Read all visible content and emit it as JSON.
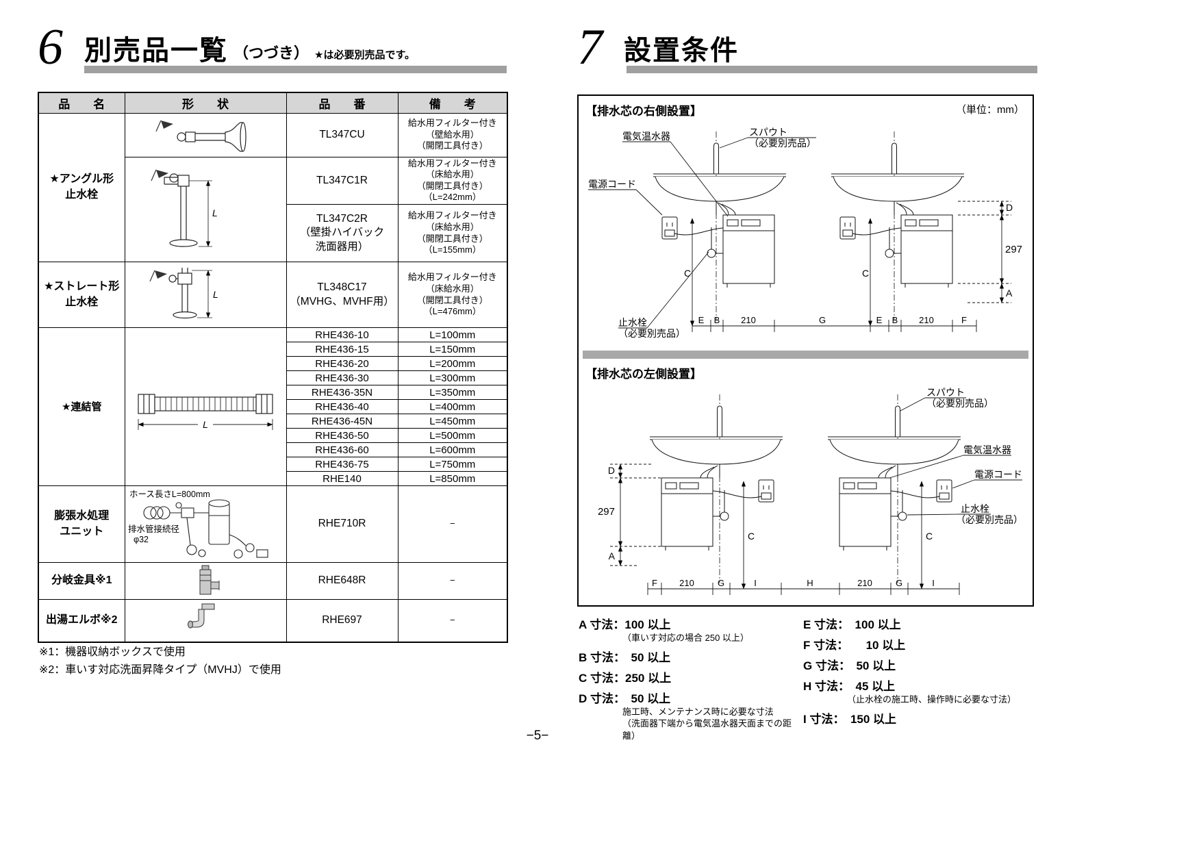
{
  "page": {
    "number": "−5−"
  },
  "section6": {
    "num": "6",
    "title": "別売品一覧",
    "cont": "（つづき）",
    "star_note": "★は必要別売品です。",
    "table": {
      "headers": [
        "品　　名",
        "形　　状",
        "品　　番",
        "備　　考"
      ],
      "dim_L": "L",
      "angle": {
        "name": "★アングル形\n止水栓",
        "rows": [
          {
            "code": "TL347CU",
            "note": "給水用フィルター付き\n（壁給水用）\n（開閉工具付き）"
          },
          {
            "code": "TL347C1R",
            "note": "給水用フィルター付き\n（床給水用）\n（開閉工具付き）\n（L=242mm）"
          },
          {
            "code": "TL347C2R\n（壁掛ハイバック\n洗面器用）",
            "note": "給水用フィルター付き\n（床給水用）\n（開閉工具付き）\n（L=155mm）"
          }
        ]
      },
      "straight": {
        "name": "★ストレート形\n止水栓",
        "code": "TL348C17\n（MVHG、MVHF用）",
        "note": "給水用フィルター付き\n（床給水用）\n（開閉工具付き）\n（L=476mm）"
      },
      "renketsu": {
        "name": "★連結管",
        "rows": [
          {
            "code": "RHE436-10",
            "note": "L=100mm"
          },
          {
            "code": "RHE436-15",
            "note": "L=150mm"
          },
          {
            "code": "RHE436-20",
            "note": "L=200mm"
          },
          {
            "code": "RHE436-30",
            "note": "L=300mm"
          },
          {
            "code": "RHE436-35N",
            "note": "L=350mm"
          },
          {
            "code": "RHE436-40",
            "note": "L=400mm"
          },
          {
            "code": "RHE436-45N",
            "note": "L=450mm"
          },
          {
            "code": "RHE436-50",
            "note": "L=500mm"
          },
          {
            "code": "RHE436-60",
            "note": "L=600mm"
          },
          {
            "code": "RHE436-75",
            "note": "L=750mm"
          },
          {
            "code": "RHE140",
            "note": "L=850mm"
          }
        ]
      },
      "bouchou": {
        "name": "膨張水処理\nユニット",
        "hose_label": "ホース長さL=800mm",
        "drain_l1": "排水管接続径",
        "drain_l2": "φ32",
        "code": "RHE710R",
        "note": "−"
      },
      "bunki": {
        "name": "分岐金具※1",
        "code": "RHE648R",
        "note": "−"
      },
      "elbow": {
        "name": "出湯エルボ※2",
        "code": "RHE697",
        "note": "−"
      }
    },
    "footnotes": [
      "※1：機器収納ボックスで使用",
      "※2：車いす対応洗面昇降タイプ（MVHJ）で使用"
    ]
  },
  "section7": {
    "num": "7",
    "title": "設置条件",
    "unit_note": "（単位：mm）",
    "right_install": {
      "title": "【排水芯の右側設置】"
    },
    "left_install": {
      "title": "【排水芯の左側設置】"
    },
    "labels": {
      "heater": "電気温水器",
      "spout_l1": "スパウト",
      "spout_l2": "（必要別売品）",
      "cord": "電源コード",
      "valve_l1": "止水栓",
      "valve_l2": "（必要別売品）"
    },
    "dims": {
      "A": "A",
      "B": "B",
      "C": "C",
      "D": "D",
      "E": "E",
      "F": "F",
      "G": "G",
      "H": "H",
      "I": "I",
      "n210": "210",
      "n297": "297"
    },
    "dim_list_left": [
      {
        "text": "A 寸法：100 以上",
        "note": "（車いす対応の場合 250 以上）"
      },
      {
        "text": "B 寸法：　50 以上"
      },
      {
        "text": "C 寸法：250 以上"
      },
      {
        "text": "D 寸法：　50 以上",
        "note": "施工時、メンテナンス時に必要な寸法\n（洗面器下端から電気温水器天面までの距離）"
      }
    ],
    "dim_list_right": [
      {
        "text": "E 寸法：　100 以上"
      },
      {
        "text": "F 寸法：　　10 以上"
      },
      {
        "text": "G 寸法：　50 以上"
      },
      {
        "text": "H 寸法：　45 以上",
        "note": "（止水栓の施工時、操作時に必要な寸法）"
      },
      {
        "text": "I 寸法：　150 以上"
      }
    ]
  }
}
